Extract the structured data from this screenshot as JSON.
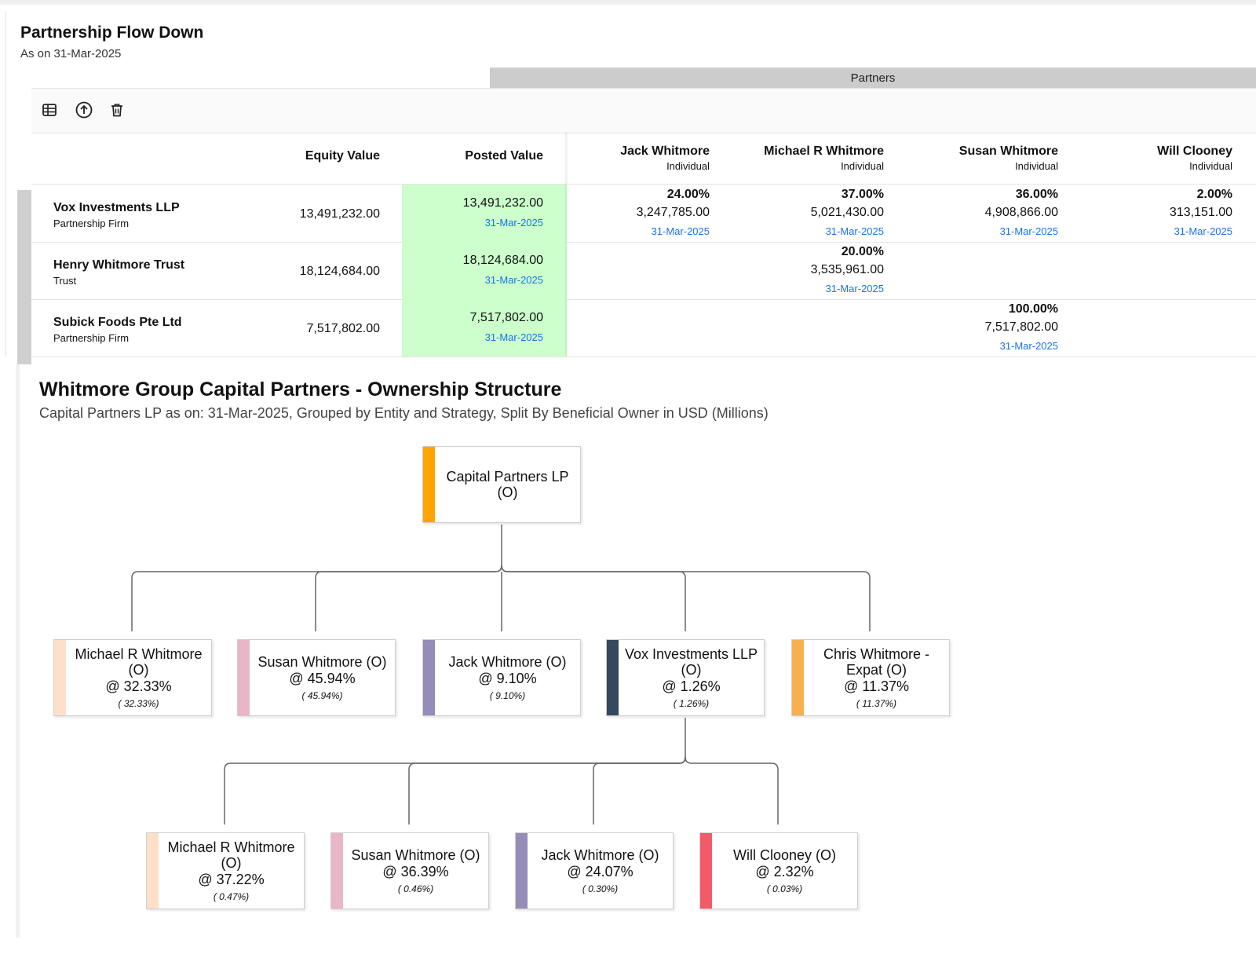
{
  "header": {
    "title": "Partnership Flow Down",
    "subtitle": "As on 31-Mar-2025"
  },
  "partners_label": "Partners",
  "toolbar": [
    {
      "icon": "table-grid-icon"
    },
    {
      "icon": "upload-circle-icon"
    },
    {
      "icon": "trash-icon"
    }
  ],
  "columns": {
    "equity": "Equity Value",
    "posted": "Posted Value"
  },
  "partners": [
    {
      "name": "Jack Whitmore",
      "type": "Individual"
    },
    {
      "name": "Michael R Whitmore",
      "type": "Individual"
    },
    {
      "name": "Susan Whitmore",
      "type": "Individual"
    },
    {
      "name": "Will Clooney",
      "type": "Individual"
    }
  ],
  "rows": [
    {
      "name": "Vox Investments LLP",
      "type": "Partnership Firm",
      "equity": "13,491,232.00",
      "posted": "13,491,232.00",
      "posted_date": "31-Mar-2025",
      "cells": [
        {
          "pct": "24.00%",
          "amt": "3,247,785.00",
          "date": "31-Mar-2025"
        },
        {
          "pct": "37.00%",
          "amt": "5,021,430.00",
          "date": "31-Mar-2025"
        },
        {
          "pct": "36.00%",
          "amt": "4,908,866.00",
          "date": "31-Mar-2025"
        },
        {
          "pct": "2.00%",
          "amt": "313,151.00",
          "date": "31-Mar-2025"
        }
      ]
    },
    {
      "name": "Henry Whitmore Trust",
      "type": "Trust",
      "equity": "18,124,684.00",
      "posted": "18,124,684.00",
      "posted_date": "31-Mar-2025",
      "cells": [
        null,
        {
          "pct": "20.00%",
          "amt": "3,535,961.00",
          "date": "31-Mar-2025"
        },
        null,
        null
      ]
    },
    {
      "name": "Subick Foods Pte Ltd",
      "type": "Partnership Firm",
      "equity": "7,517,802.00",
      "posted": "7,517,802.00",
      "posted_date": "31-Mar-2025",
      "cells": [
        null,
        null,
        {
          "pct": "100.00%",
          "amt": "7,517,802.00",
          "date": "31-Mar-2025"
        },
        null
      ]
    }
  ],
  "chart": {
    "title": "Whitmore Group Capital Partners - Ownership Structure",
    "subtitle": "Capital Partners LP as on: 31-Mar-2025, Grouped by Entity and Strategy, Split By Beneficial Owner in USD (Millions)",
    "root": {
      "name": "Capital Partners LP (O)",
      "color": "#FFA500"
    },
    "level1": [
      {
        "name": "Michael R Whitmore (O)",
        "at": "@ 32.33%",
        "sub": "( 32.33%)",
        "color": "#FDE0C8"
      },
      {
        "name": "Susan Whitmore (O)",
        "at": "@ 45.94%",
        "sub": "( 45.94%)",
        "color": "#E9B5C8"
      },
      {
        "name": "Jack Whitmore (O)",
        "at": "@ 9.10%",
        "sub": "( 9.10%)",
        "color": "#968CB8"
      },
      {
        "name": "Vox Investments LLP (O)",
        "at": "@ 1.26%",
        "sub": "( 1.26%)",
        "color": "#34495E"
      },
      {
        "name": "Chris Whitmore - Expat (O)",
        "at": "@ 11.37%",
        "sub": "( 11.37%)",
        "color": "#F8B04F"
      }
    ],
    "level2": [
      {
        "name": "Michael R Whitmore (O)",
        "at": "@ 37.22%",
        "sub": "( 0.47%)",
        "color": "#FDE0C8"
      },
      {
        "name": "Susan Whitmore (O)",
        "at": "@ 36.39%",
        "sub": "( 0.46%)",
        "color": "#E9B5C8"
      },
      {
        "name": "Jack Whitmore (O)",
        "at": "@ 24.07%",
        "sub": "( 0.30%)",
        "color": "#968CB8"
      },
      {
        "name": "Will Clooney (O)",
        "at": "@ 2.32%",
        "sub": "( 0.03%)",
        "color": "#F45B69"
      }
    ]
  }
}
